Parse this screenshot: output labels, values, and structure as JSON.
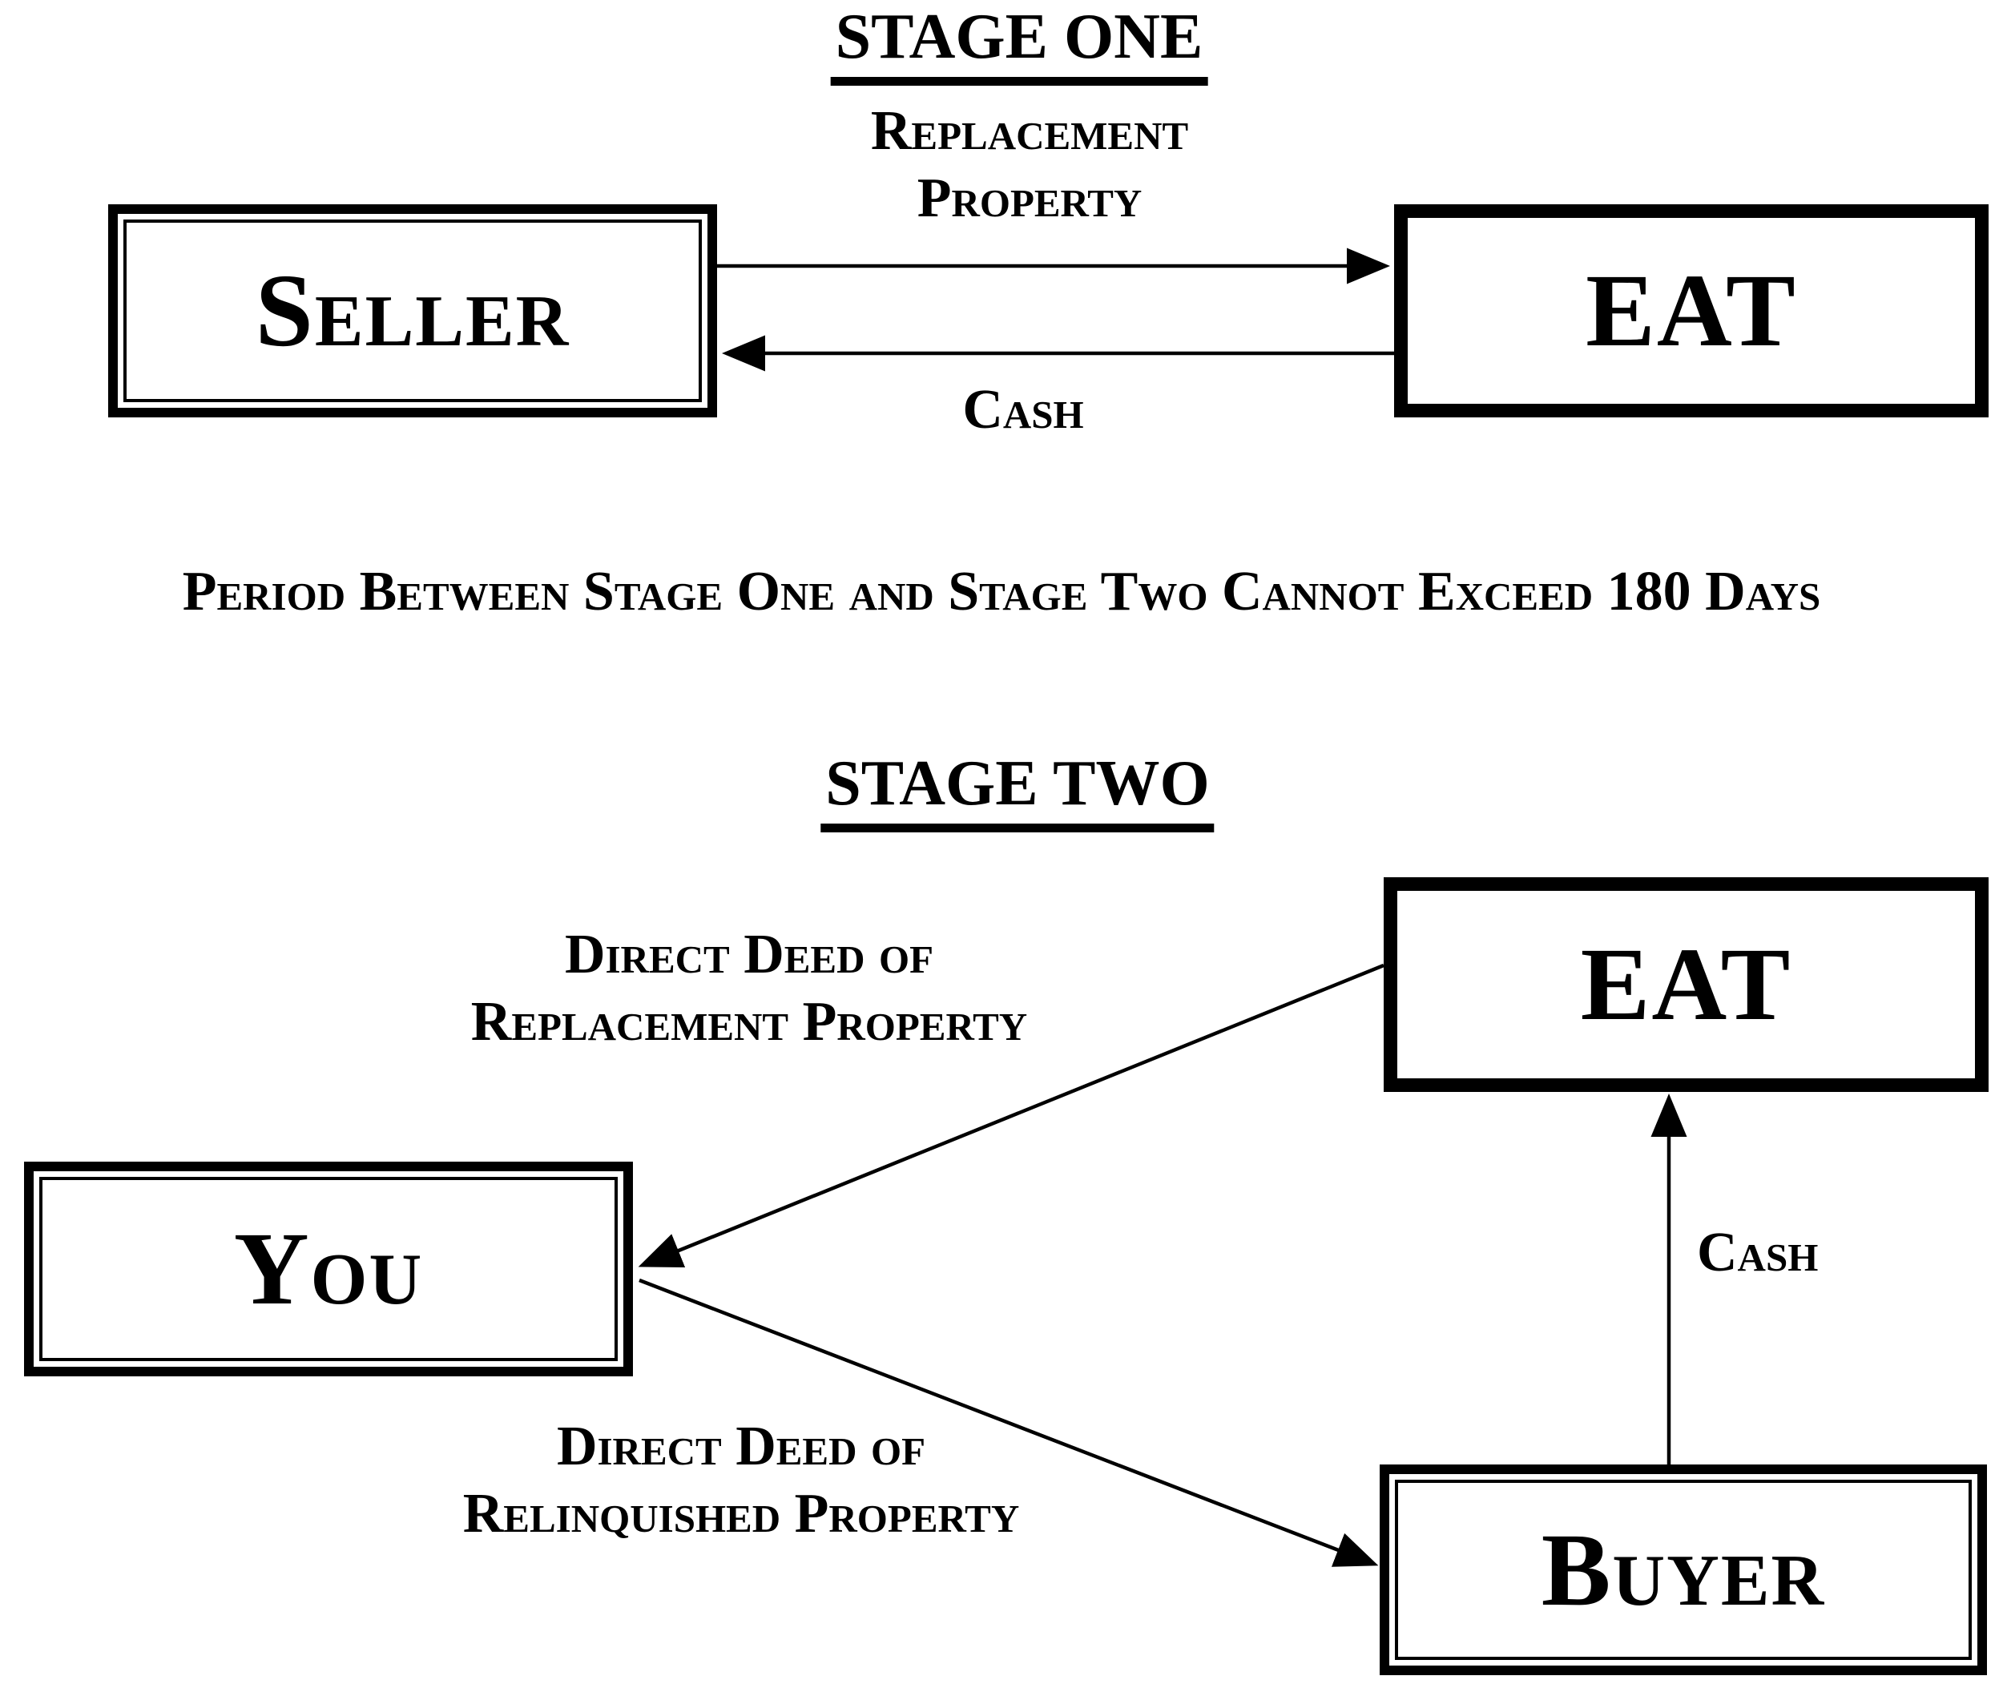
{
  "diagram": {
    "stage_one": {
      "title": "STAGE ONE",
      "nodes": {
        "seller": "Seller",
        "eat": "EAT"
      },
      "arrows": {
        "replacement_property": "Replacement Property",
        "cash": "Cash"
      }
    },
    "interstage_note": "Period Between Stage One and Stage Two Cannot Exceed 180 Days",
    "stage_two": {
      "title": "STAGE TWO",
      "nodes": {
        "eat": "EAT",
        "you": "You",
        "buyer": "Buyer"
      },
      "arrows": {
        "direct_deed_replacement": "Direct Deed of Replacement Property",
        "direct_deed_relinquished": "Direct Deed of Relinquished Property",
        "cash": "Cash"
      }
    },
    "colors": {
      "ink": "#000000",
      "background": "#ffffff"
    }
  }
}
